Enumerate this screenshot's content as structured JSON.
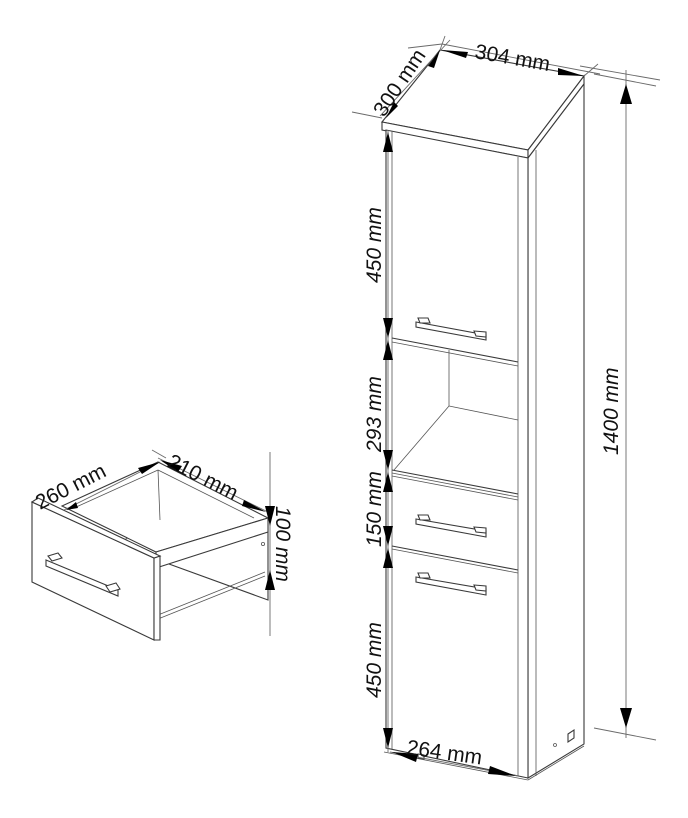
{
  "drawing": {
    "subject": "tall bathroom cabinet with drawer detail",
    "cabinet": {
      "width_label": "304 mm",
      "depth_label": "300 mm",
      "height_label": "1400 mm",
      "top_door_label": "450 mm",
      "open_shelf_label": "293 mm",
      "drawer_label": "150 mm",
      "bottom_door_label": "450 mm",
      "inner_width_label": "264 mm"
    },
    "drawer_detail": {
      "depth_label": "260 mm",
      "width_label": "210 mm",
      "height_label": "100 mm"
    }
  },
  "colors": {
    "line": "#3a3a3a",
    "dimension_line": "#6a6a6a",
    "arrow": "#000000",
    "background": "#ffffff"
  }
}
